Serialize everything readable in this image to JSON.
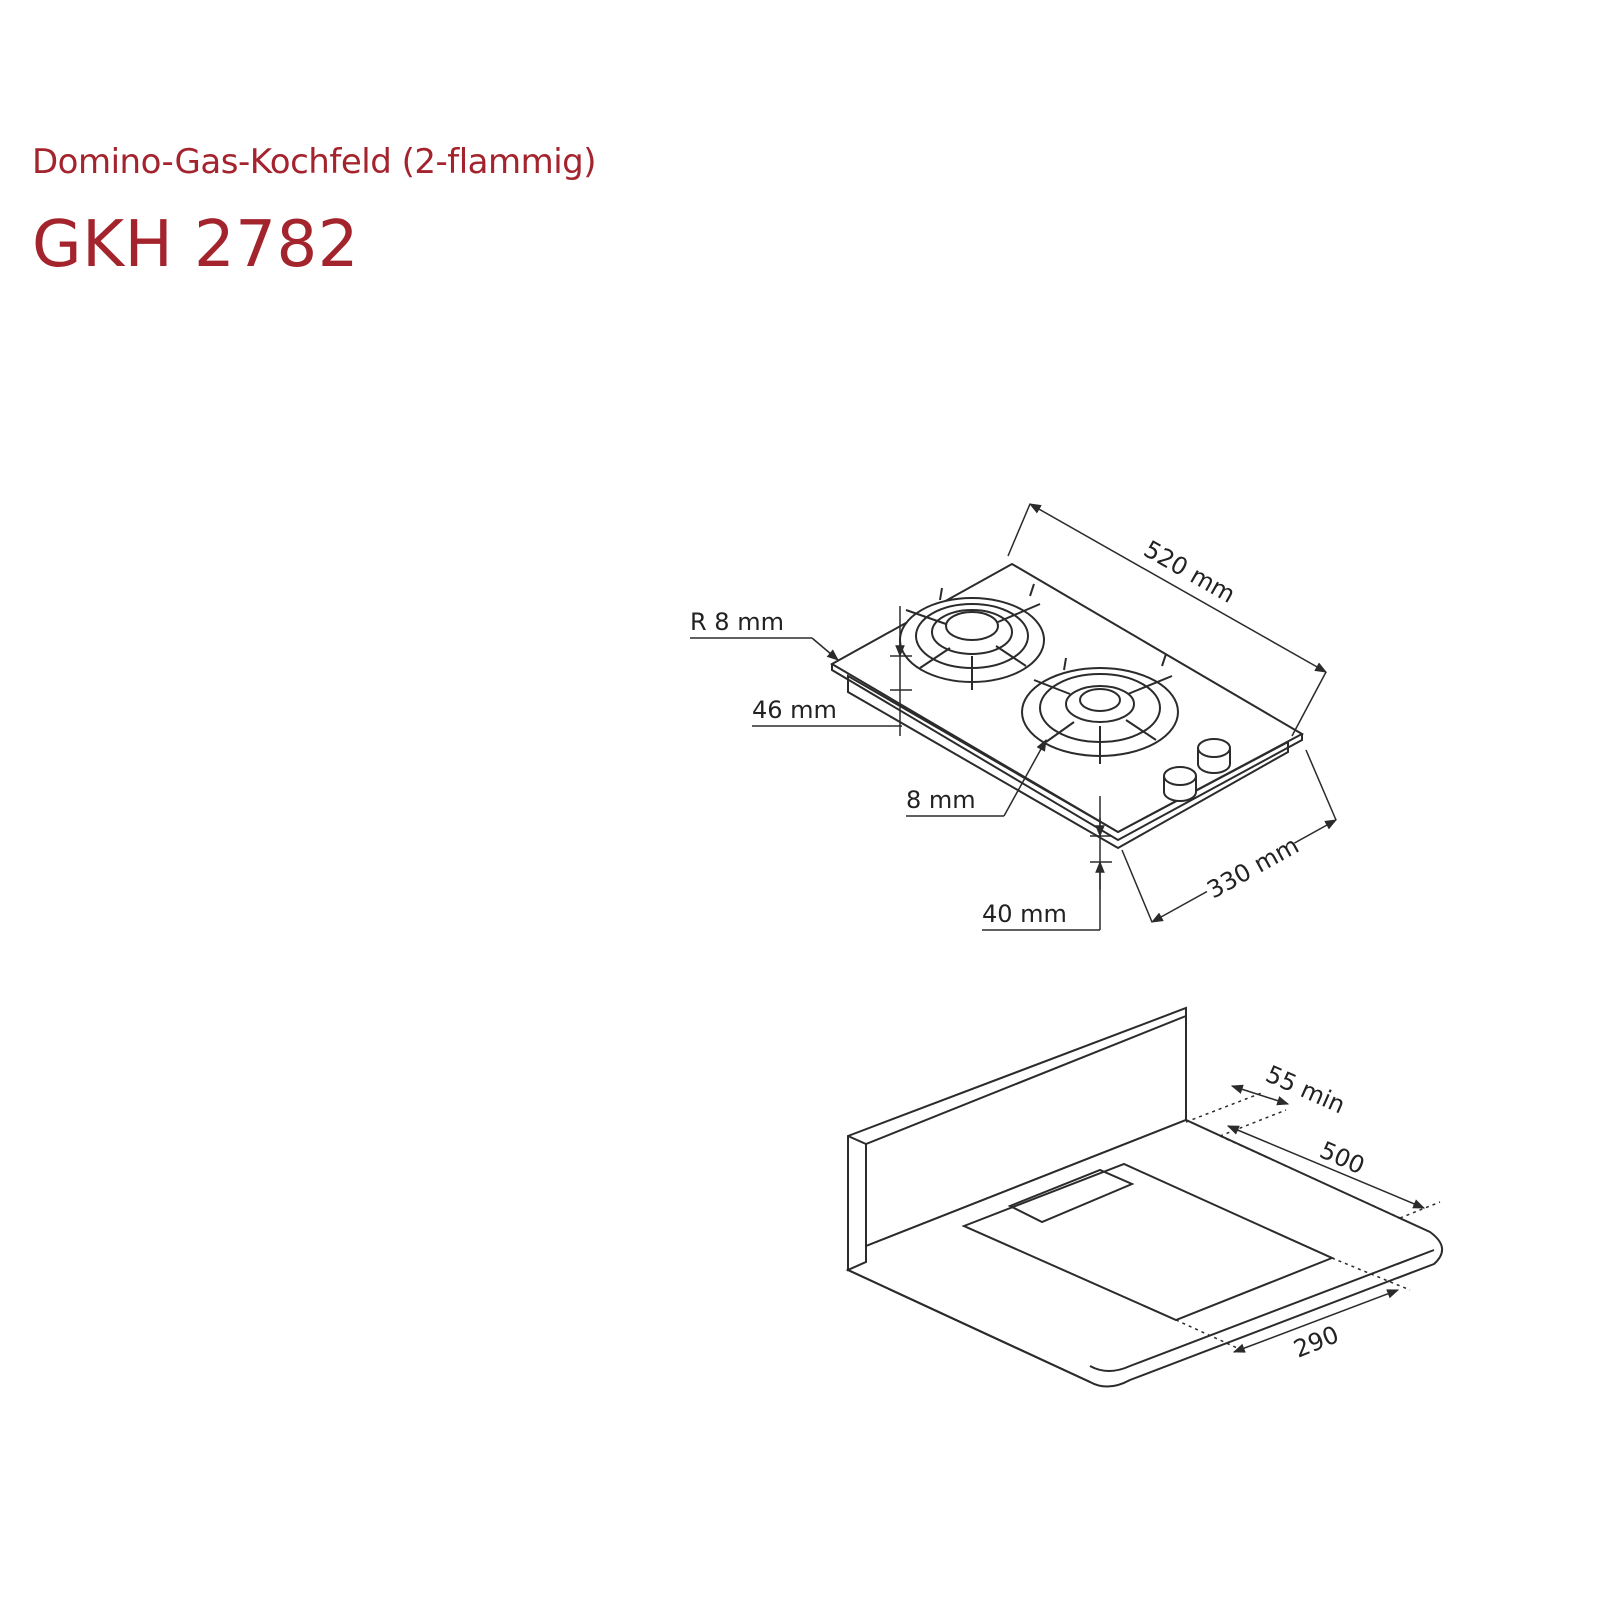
{
  "header": {
    "subtitle": "Domino-Gas-Kochfeld (2-flammig)",
    "title": "GKH 2782"
  },
  "hob": {
    "dim_width": "520 mm",
    "dim_depth": "330 mm",
    "dim_radius": "R 8 mm",
    "dim_height_total": "46 mm",
    "dim_glass": "8 mm",
    "dim_body": "40 mm"
  },
  "cutout": {
    "dim_min_wall": "55 min",
    "dim_cut_width": "500",
    "dim_cut_depth": "290"
  }
}
